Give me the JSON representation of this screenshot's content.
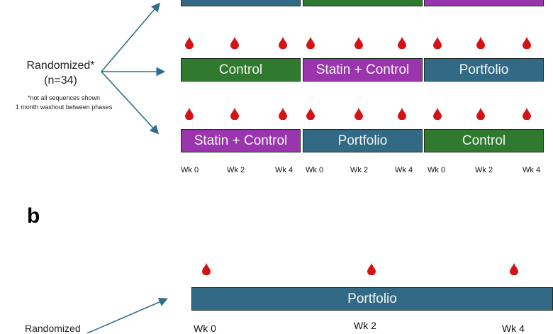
{
  "colors": {
    "portfolio": "#326a86",
    "control": "#2f7a2f",
    "statin": "#9b35ad",
    "drop": "#d41414",
    "arrow": "#2e6e8a"
  },
  "panel_a": {
    "randomized_label": "Randomized*",
    "n_label": "(n=34)",
    "footnote_1": "*not all sequences shown",
    "footnote_2": "1 month washout between phases",
    "rows": [
      {
        "phases": [
          {
            "label": "",
            "type": "portfolio"
          },
          {
            "label": "",
            "type": "control"
          },
          {
            "label": "",
            "type": "statin"
          }
        ]
      },
      {
        "phases": [
          {
            "label": "Control",
            "type": "control"
          },
          {
            "label": "Statin + Control",
            "type": "statin"
          },
          {
            "label": "Portfolio",
            "type": "portfolio"
          }
        ]
      },
      {
        "phases": [
          {
            "label": "Statin + Control",
            "type": "statin"
          },
          {
            "label": "Portfolio",
            "type": "portfolio"
          },
          {
            "label": "Control",
            "type": "control"
          }
        ]
      }
    ],
    "week_labels": [
      "Wk 0",
      "Wk 2",
      "Wk 4",
      "Wk 0",
      "Wk 2",
      "Wk 4",
      "Wk 0",
      "Wk 2",
      "Wk 4"
    ]
  },
  "panel_b": {
    "panel_letter": "b",
    "randomized_label": "Randomized",
    "bar_label": "Portfolio",
    "week_labels": [
      "Wk 0",
      "Wk 2",
      "Wk 4"
    ]
  }
}
